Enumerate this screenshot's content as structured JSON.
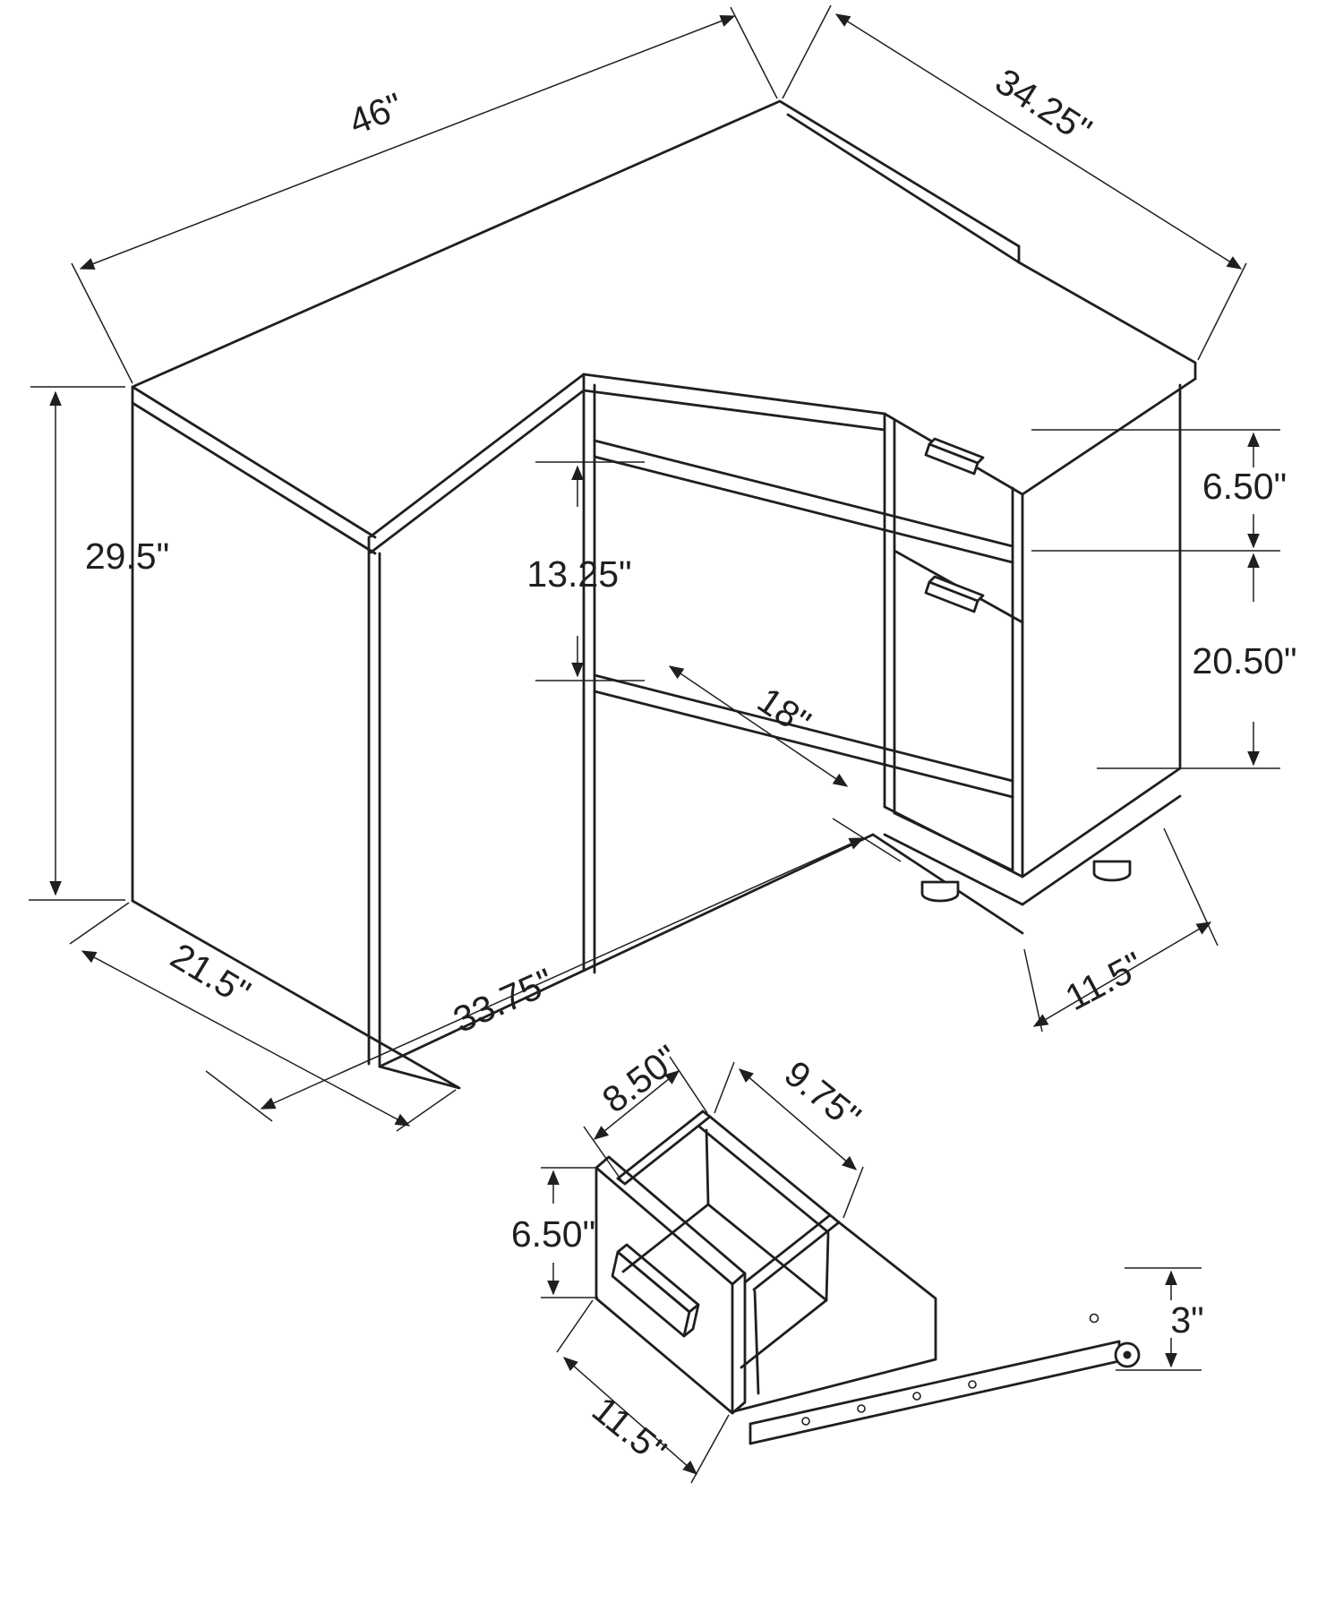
{
  "desk_diagram": {
    "name": "corner desk isometric dimension drawing",
    "dims": {
      "top_edge": "46\"",
      "right_edge": "34.25\"",
      "height": "29.5\"",
      "shelf_gap": "13.25\"",
      "shelf_depth": "18\"",
      "drawer_height": "6.50\"",
      "door_height": "20.50\"",
      "front_width": "33.75\"",
      "side_depth": "21.5\"",
      "cabinet_depth": "11.5\""
    }
  },
  "drawer_detail": {
    "name": "pulled-out drawer dimension drawing",
    "dims": {
      "inner_width": "8.50\"",
      "inner_depth": "9.75\"",
      "front_height": "6.50\"",
      "caster_height": "3\"",
      "front_width": "11.5\""
    }
  },
  "colors": {
    "line": "#1f1f1f",
    "background": "#ffffff"
  }
}
